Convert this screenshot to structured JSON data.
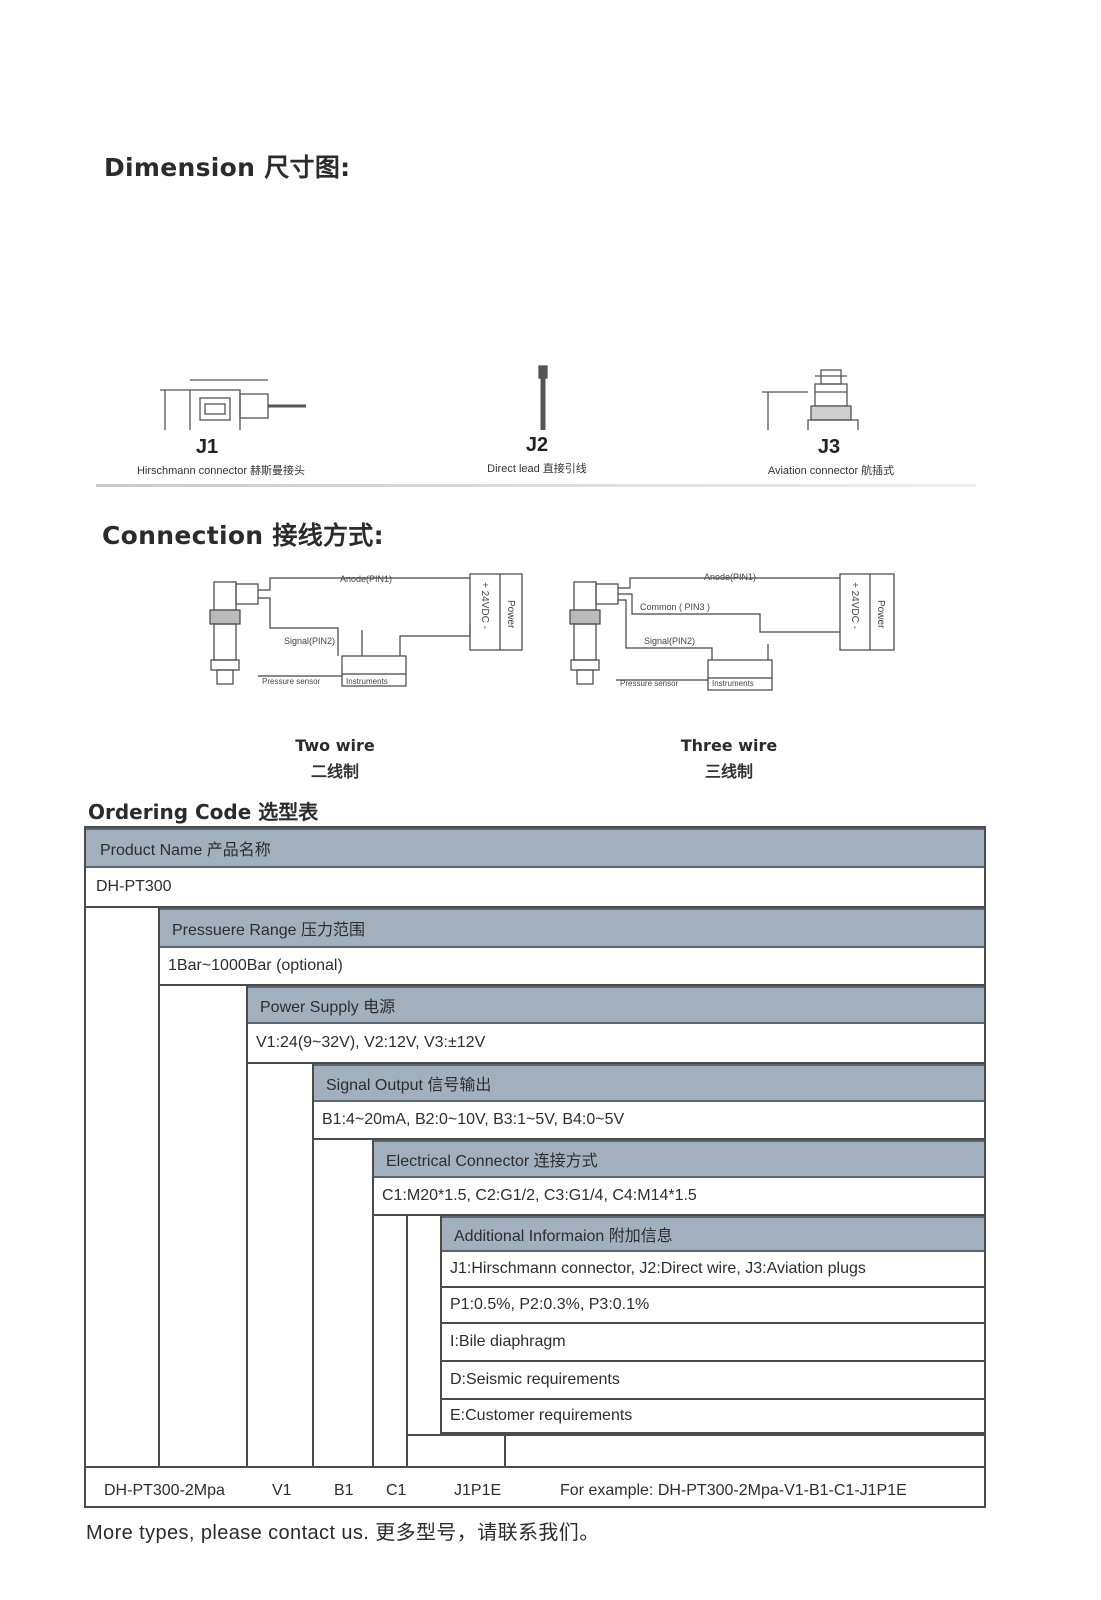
{
  "dimension": {
    "title": "Dimension 尺寸图:",
    "models": [
      {
        "code": "J1",
        "caption": "Hirschmann connector 赫斯曼接头"
      },
      {
        "code": "J2",
        "caption": "Direct lead 直接引线"
      },
      {
        "code": "J3",
        "caption": "Aviation connector 航插式"
      }
    ]
  },
  "connection": {
    "title": "Connection 接线方式:",
    "labels": {
      "anode": "Anode(PIN1)",
      "signal": "Signal(PIN2)",
      "common": "Common ( PIN3 )",
      "pressure_sensor": "Pressure sensor",
      "instruments": "Instruments",
      "dc": "+ 24VDC -",
      "power": "Power"
    },
    "two_wire": {
      "en": "Two wire",
      "cn": "二线制"
    },
    "three_wire": {
      "en": "Three wire",
      "cn": "三线制"
    }
  },
  "ordering": {
    "title": "Ordering Code  选型表",
    "product_name_label": "Product Name  产品名称",
    "product_name_value": "DH-PT300",
    "pressure_range_label": "Pressuere Range  压力范围",
    "pressure_range_value": "1Bar~1000Bar (optional)",
    "power_supply_label": "Power Supply  电源",
    "power_supply_value": "V1:24(9~32V), V2:12V, V3:±12V",
    "signal_output_label": "Signal Output  信号输出",
    "signal_output_value": "B1:4~20mA, B2:0~10V, B3:1~5V, B4:0~5V",
    "electrical_connector_label": "Electrical Connector  连接方式",
    "electrical_connector_value": "C1:M20*1.5,  C2:G1/2,  C3:G1/4,  C4:M14*1.5",
    "additional_label": "Additional Informaion  附加信息",
    "additional_items": [
      "J1:Hirschmann connector, J2:Direct wire, J3:Aviation plugs",
      "P1:0.5%, P2:0.3%, P3:0.1%",
      "I:Bile diaphragm",
      "D:Seismic requirements",
      "E:Customer requirements"
    ],
    "example_row": {
      "model": "DH-PT300-2Mpa",
      "power": "V1",
      "signal": "B1",
      "connector": "C1",
      "additional": "J1P1E",
      "example": "For example: DH-PT300-2Mpa-V1-B1-C1-J1P1E"
    }
  },
  "footer": "More  types,  please contact us.  更多型号，请联系我们。"
}
